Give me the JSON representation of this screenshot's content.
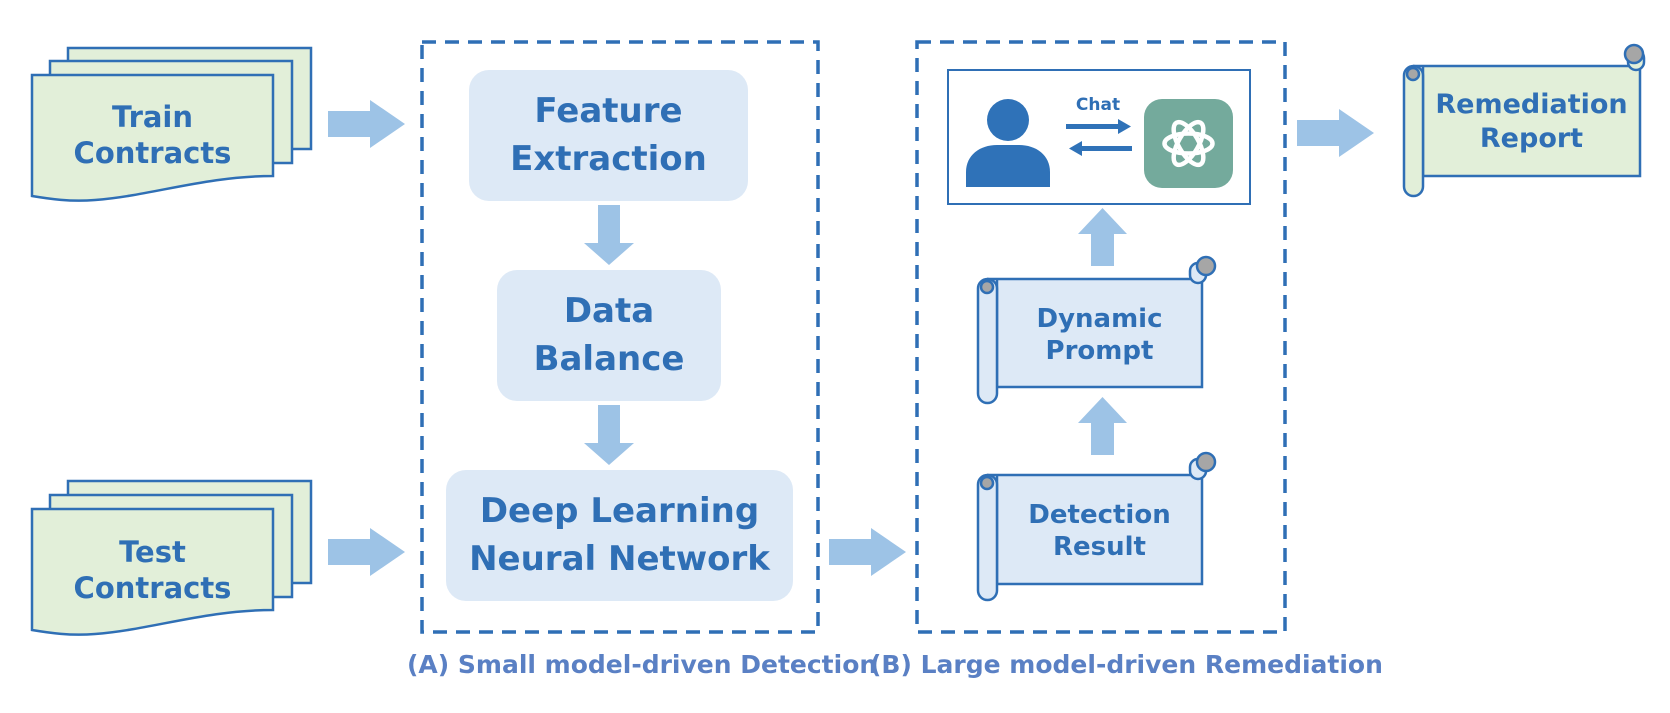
{
  "inputs": {
    "train_label": "Train\nContracts",
    "test_label": "Test\nContracts"
  },
  "stage_a": {
    "caption": "(A) Small model-driven Detection",
    "steps": [
      "Feature\nExtraction",
      "Data\nBalance",
      "Deep Learning\nNeural Network"
    ]
  },
  "stage_b": {
    "caption": "(B) Large model-driven Remediation",
    "chat_label": "Chat",
    "prompt_label": "Dynamic\nPrompt",
    "result_label": "Detection\nResult"
  },
  "output": {
    "report_label": "Remediation\nReport"
  },
  "icons": [
    "user-icon",
    "chatgpt-logo-icon"
  ],
  "colors": {
    "document_fill": "#e2efd9",
    "outline": "#2f6fb5",
    "process_fill": "#dde9f6",
    "arrow": "#9dc3e6",
    "logo_bg": "#74aa9c",
    "caption": "#5a80c4"
  }
}
